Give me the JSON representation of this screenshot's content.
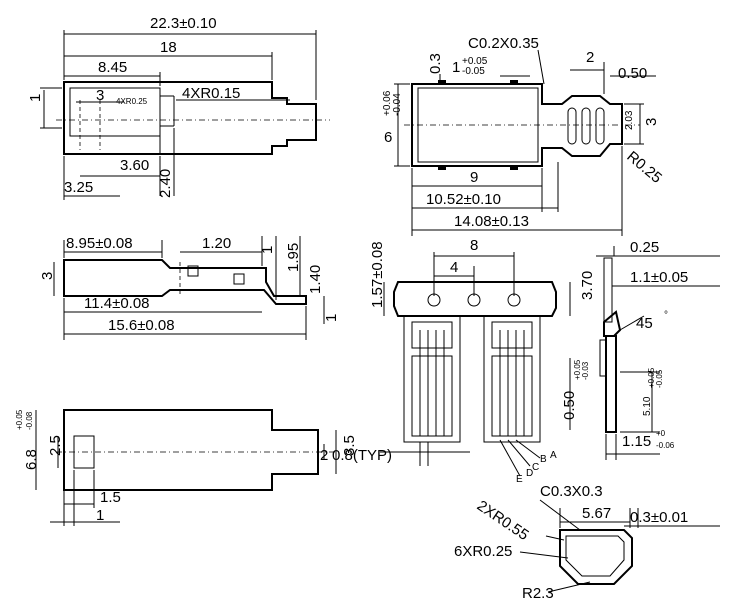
{
  "views": {
    "top_left": {
      "overall": "22.3±0.10",
      "length18": "18",
      "length845": "8.45",
      "dim1": "1",
      "dim3": "3",
      "r025": "4XR0.25",
      "r015": "4XR0.15",
      "d360": "3.60",
      "d240": "2.40",
      "d325": "3.25"
    },
    "mid_left": {
      "d895": "8.95±0.08",
      "d120": "1.20",
      "d1": "1",
      "d195": "1.95",
      "d3": "3",
      "d140": "1.40",
      "d114": "11.4±0.08",
      "d156": "15.6±0.08",
      "d1b": "1"
    },
    "bottom_left": {
      "d68": "6.8",
      "tol_plus": "+0.05",
      "tol_minus": "-0.08",
      "d25": "2.5",
      "d2": "2",
      "d35": "3.5",
      "d15": "1.5",
      "d1": "1"
    },
    "top_right": {
      "chamfer": "C0.2X0.35",
      "d03": "0.3",
      "d1": "1",
      "tol_p005": "+0.05",
      "tol_m005": "-0.05",
      "d2": "2",
      "d050": "0.50",
      "d6": "6",
      "tol_p006": "+0.06",
      "tol_m004": "-0.04",
      "d203": "2.03",
      "d3": "3",
      "r025": "R0.25",
      "d9": "9",
      "d1052": "10.52±0.10",
      "d1408": "14.08±0.13"
    },
    "mid_center": {
      "d157": "1.57±0.08",
      "d8": "8",
      "d4": "4",
      "d370": "3.70",
      "d050": "0.50",
      "tol_p005": "+0.05",
      "tol_m003": "-0.03",
      "pitch": "0.8(TYP)",
      "pins": [
        "A",
        "B",
        "C",
        "D",
        "E"
      ]
    },
    "mid_right": {
      "d025": "0.25",
      "d11": "1.1±0.05",
      "angle": "45",
      "deg": "°",
      "d510": "5.10",
      "tol510p": "+0.05",
      "tol510m": "-0.05",
      "d115": "1.15",
      "tol115p": "+0",
      "tol115m": "-0.06"
    },
    "bottom_right": {
      "chamfer": "C0.3X0.3",
      "r055": "2XR0.55",
      "d567": "5.67",
      "d03": "0.3±0.01",
      "r025": "6XR0.25",
      "r23": "R2.3"
    }
  }
}
